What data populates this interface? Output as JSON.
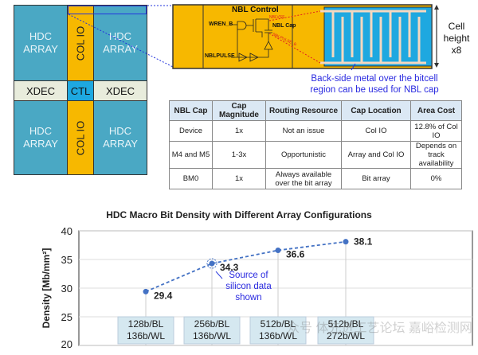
{
  "floorplan": {
    "array_label": "HDC ARRAY",
    "colio_label": "COL IO",
    "xdec_label": "XDEC",
    "ctl_label": "CTL"
  },
  "circuit": {
    "title": "NBL Control",
    "wren": "WREN_B",
    "nblpulse": "NBLPULSE",
    "nblcap": "NBL Cap",
    "nblvss": "NBLVSS",
    "nblpulse_b": "NBLPULSE_B",
    "cell_height": [
      "Cell",
      "height",
      "x8"
    ],
    "caption": [
      "Back-side metal over the bitcell",
      "region can be used for NBL cap"
    ]
  },
  "table": {
    "headers": [
      "NBL Cap",
      "Cap Magnitude",
      "Routing Resource",
      "Cap Location",
      "Area Cost"
    ],
    "rows": [
      [
        "Device",
        "1x",
        "Not an issue",
        "Col IO",
        "12.8% of Col IO"
      ],
      [
        "M4 and M5",
        "1-3x",
        "Opportunistic",
        "Array and Col IO",
        "Depends on track availability"
      ],
      [
        "BM0",
        "1x",
        "Always available over the bit array",
        "Bit array",
        "0%"
      ]
    ]
  },
  "chart_data": {
    "type": "line",
    "title": "HDC Macro Bit Density with Different Array Configurations",
    "ylabel": "Density [Mb/mm²]",
    "ylim": [
      20,
      40
    ],
    "yticks": [
      20,
      25,
      30,
      35,
      40
    ],
    "categories": [
      "128b/BL 136b/WL",
      "256b/BL 136b/WL",
      "512b/BL 136b/WL",
      "512b/BL 272b/WL"
    ],
    "category_lines": [
      [
        "128b/BL",
        "136b/WL"
      ],
      [
        "256b/BL",
        "136b/WL"
      ],
      [
        "512b/BL",
        "136b/WL"
      ],
      [
        "512b/BL",
        "272b/WL"
      ]
    ],
    "values": [
      29.4,
      34.3,
      36.6,
      38.1
    ],
    "labels": [
      "29.4",
      "34.3",
      "36.6",
      "38.1"
    ],
    "annotation": [
      "Source of",
      "silicon data",
      "shown"
    ],
    "color": "#4472c4"
  },
  "watermark": "众号 体先进工艺论坛 嘉峪检测网"
}
